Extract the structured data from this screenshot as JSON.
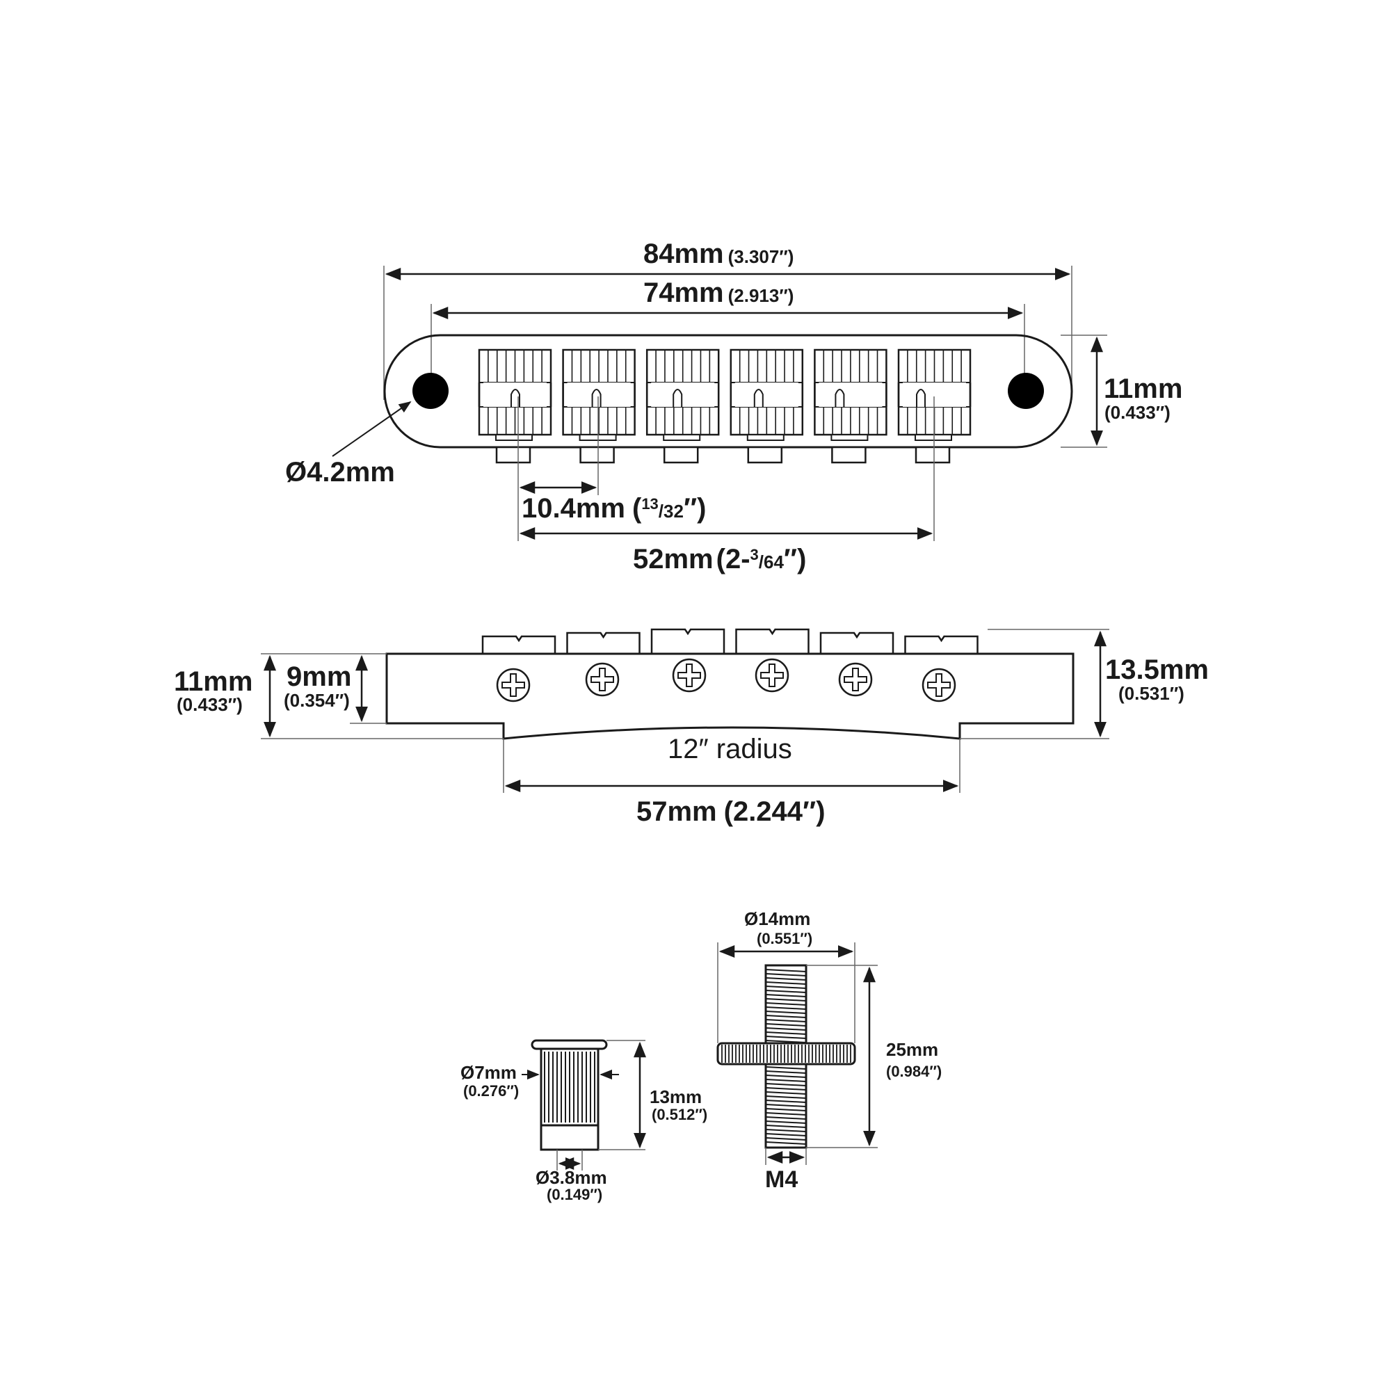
{
  "top_view": {
    "overall_length": {
      "mm": "84mm",
      "in": "(3.307″)"
    },
    "stud_spacing": {
      "mm": "74mm",
      "in": "(2.913″)"
    },
    "width": {
      "mm": "11mm",
      "in": "(0.433″)"
    },
    "hole_diameter": "Ø4.2mm",
    "saddle_spacing": {
      "mm": "10.4mm",
      "in_open": "(",
      "in_num": "13",
      "in_den": "/32",
      "in_close": "″)"
    },
    "string_spread": {
      "mm": "52mm",
      "in_open": "(2-",
      "in_num": "3",
      "in_den": "/64",
      "in_close": "″)"
    }
  },
  "side_view": {
    "height_total": {
      "mm": "11mm",
      "in": "(0.433″)"
    },
    "height_body": {
      "mm": "9mm",
      "in": "(0.354″)"
    },
    "height_with_saddles": {
      "mm": "13.5mm",
      "in": "(0.531″)"
    },
    "radius_label": "12″ radius",
    "base_length": {
      "mm": "57mm",
      "in": "(2.244″)"
    }
  },
  "anchor": {
    "diameter": {
      "mm": "Ø7mm",
      "in": "(0.276″)"
    },
    "height": {
      "mm": "13mm",
      "in": "(0.512″)"
    },
    "inner_diameter": {
      "mm": "Ø3.8mm",
      "in": "(0.149″)"
    }
  },
  "stud": {
    "wheel_diameter": {
      "mm": "Ø14mm",
      "in": "(0.551″)"
    },
    "length": {
      "mm": "25mm",
      "in": "(0.984″)"
    },
    "thread": "M4"
  }
}
